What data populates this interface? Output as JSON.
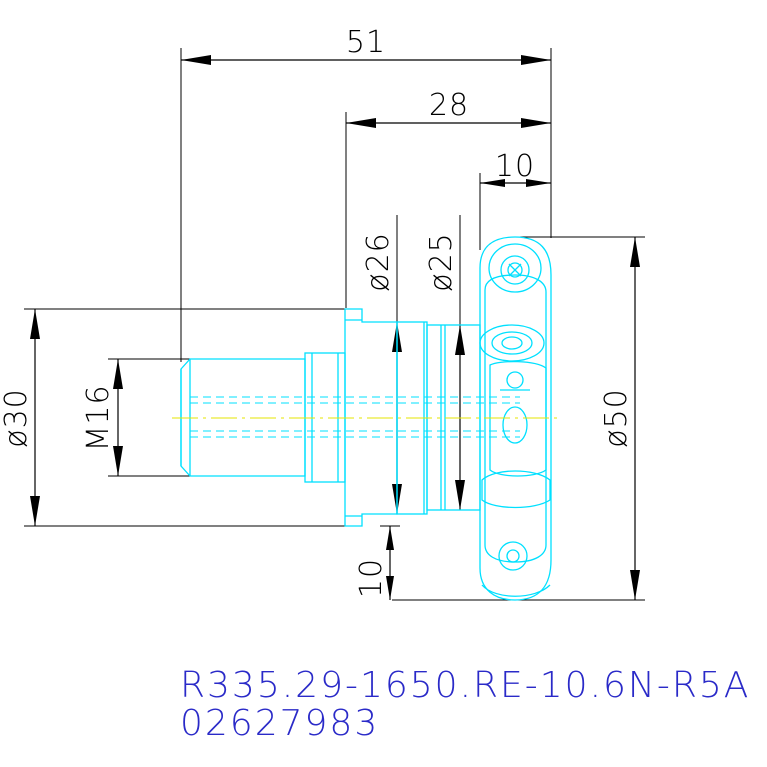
{
  "dimensions": {
    "length_overall": "51",
    "length_head": "28",
    "width_insert": "10",
    "dia_shank": "ø30",
    "thread": "M16",
    "dia_26": "ø26",
    "dia_25": "ø25",
    "dia_50": "ø50",
    "offset_10": "10"
  },
  "part_code": {
    "designation": "R335.29-1650.RE-10.6N-R5A",
    "item_number": "02627983"
  },
  "colors": {
    "part_outline": "#00e0ff",
    "center_line": "#e6e600",
    "dimensions": "#000000",
    "code_text": "#2a2ac8"
  }
}
